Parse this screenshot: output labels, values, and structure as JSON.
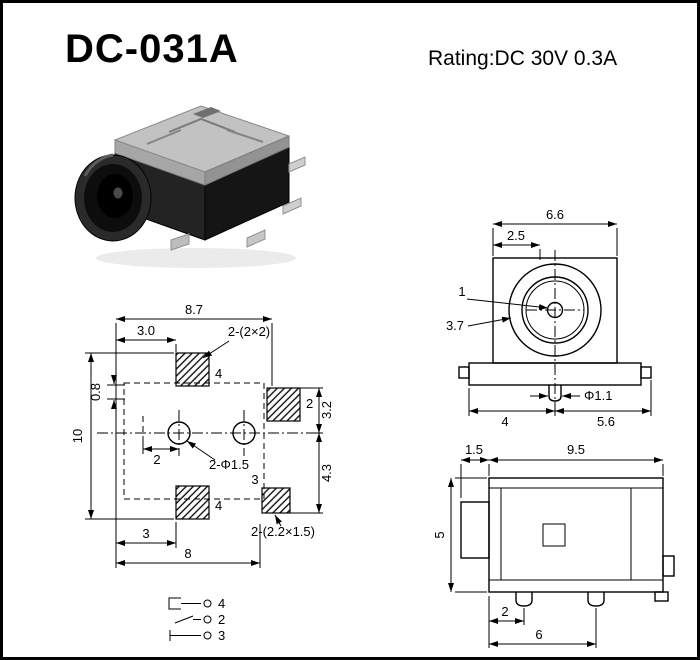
{
  "header": {
    "title": "DC-031A",
    "rating": "Rating:DC 30V 0.3A"
  },
  "footprint": {
    "dim_overall_width": "8.7",
    "dim_pad_offset": "3.0",
    "label_top_pads": "2-(2×2)",
    "pad_top_label": "4",
    "pad_right_label": "2",
    "pad_bottom_left_label": "4",
    "pad_bottom_right_label": "3",
    "dim_edge": "0.8",
    "dim_overall_height": "10",
    "dim_hole_pitch": "2",
    "label_holes": "2-Φ1.5",
    "dim_upper_right": "3.2",
    "dim_lower_right": "4.3",
    "dim_bottom_offset": "3",
    "dim_bottom_width": "8",
    "label_bottom_pads": "2-(2.2×1.5)"
  },
  "schematic": {
    "pin_top": "4",
    "pin_middle": "2",
    "pin_bottom": "3"
  },
  "front_view": {
    "dim_width": "6.6",
    "dim_inner_width": "2.5",
    "label_center_pin": "1",
    "dim_barrel": "3.7",
    "dim_pin_dia": "Φ1.1",
    "dim_left": "4",
    "dim_right": "5.6"
  },
  "side_view": {
    "dim_front": "1.5",
    "dim_length": "9.5",
    "dim_height": "5",
    "dim_leg_offset": "2",
    "dim_leg_pitch": "6"
  }
}
